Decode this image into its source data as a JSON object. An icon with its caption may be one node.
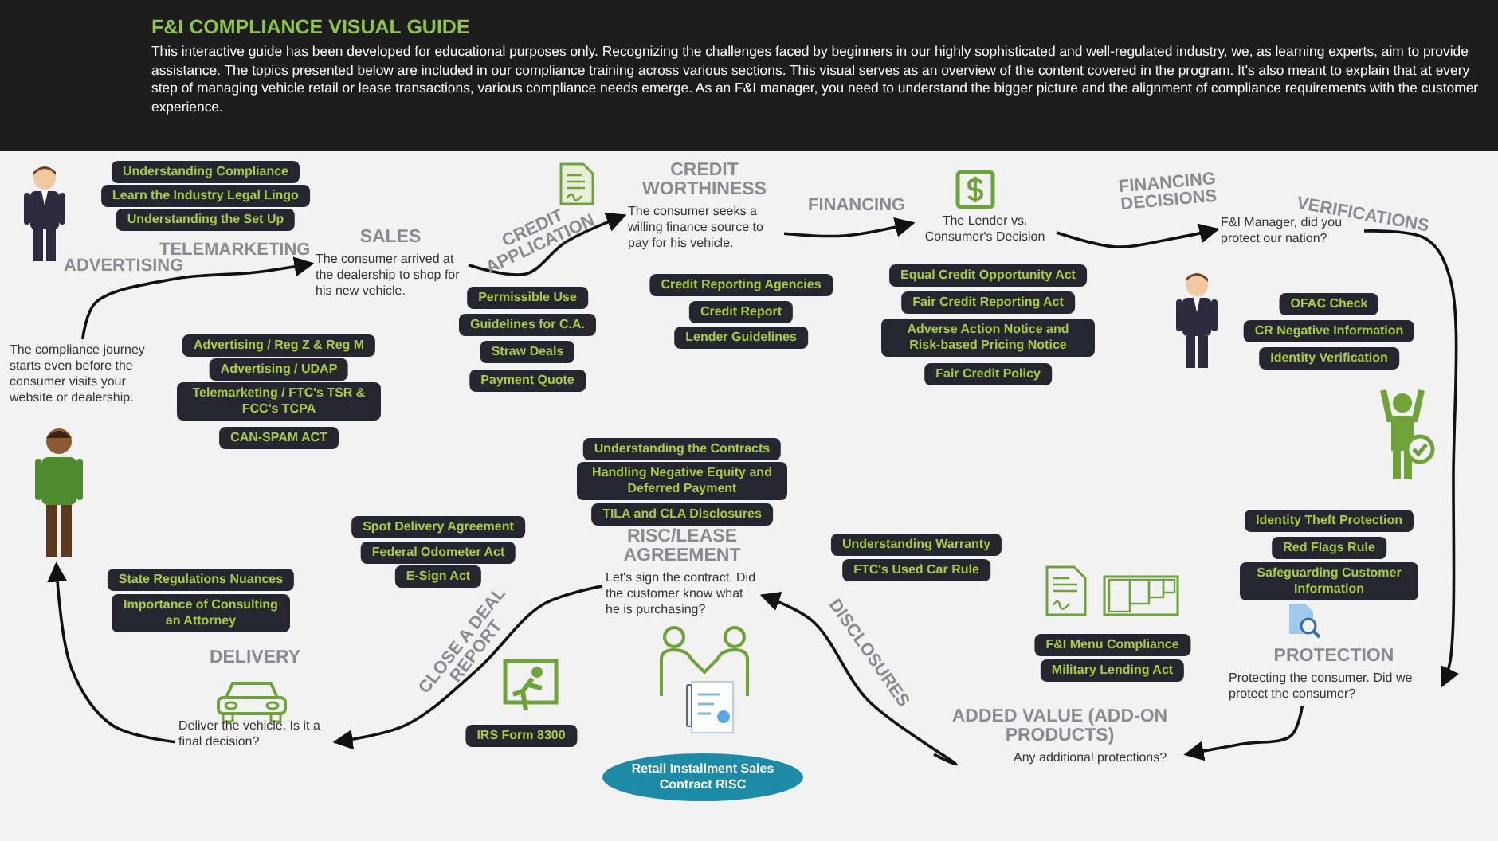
{
  "diagram": {
    "title": "F&I COMPLIANCE VISUAL GUIDE",
    "nodes": [
      {
        "text": [
          "The compliance journey starts even before the consumer visits your website or dealership."
        ]
      },
      {
        "text": [
          "SALES",
          "The consumer arrived at the dealership to shop for his new vehicle."
        ]
      },
      {
        "text": [
          "CREDIT WORTHINESS",
          "The consumer seeks a willing finance source to pay for his vehicle."
        ]
      },
      {
        "text": [
          "The Lender vs. Consumer's Decision"
        ]
      },
      {
        "text": [
          "F&I Manager, did you protect our nation?"
        ]
      },
      {
        "text": [
          "PROTECTION",
          "Protecting the consumer. Did we protect the consumer?"
        ]
      },
      {
        "text": [
          "ADDED VALUE (ADD-ON PRODUCTS)",
          "Any additional protections?"
        ]
      },
      {
        "text": [
          "RISC/LEASE AGREEMENT",
          "Let's sign the contract. Did the customer know what he is purchasing?"
        ]
      },
      {
        "text": [
          "DELIVERY",
          "Deliver the vehicle. Is it a final decision?"
        ]
      },
      {
        "text": [],
        "shape": "person"
      },
      {
        "text": [
          "Retail Installment Sales Contract RISC"
        ]
      },
      {
        "text": [
          "Understanding Compliance"
        ]
      },
      {
        "text": [
          "Learn the Industry Legal Lingo"
        ]
      },
      {
        "text": [
          "Understanding the Set Up"
        ]
      },
      {
        "text": [
          "Advertising / Reg Z & Reg M"
        ]
      },
      {
        "text": [
          "Advertising / UDAP"
        ]
      },
      {
        "text": [
          "Telemarketing / FTC's TSR & FCC's TCPA"
        ]
      },
      {
        "text": [
          "CAN-SPAM ACT"
        ]
      },
      {
        "text": [
          "Permissible Use"
        ]
      },
      {
        "text": [
          "Guidelines for C.A."
        ]
      },
      {
        "text": [
          "Straw Deals"
        ]
      },
      {
        "text": [
          "Payment Quote"
        ]
      },
      {
        "text": [
          "Credit Reporting Agencies"
        ]
      },
      {
        "text": [
          "Credit Report"
        ]
      },
      {
        "text": [
          "Lender Guidelines"
        ]
      },
      {
        "text": [
          "Equal Credit Opportunity Act"
        ]
      },
      {
        "text": [
          "Fair Credit Reporting Act"
        ]
      },
      {
        "text": [
          "Adverse Action Notice and Risk-based Pricing Notice"
        ]
      },
      {
        "text": [
          "Fair Credit Policy"
        ]
      },
      {
        "text": [
          "OFAC Check"
        ]
      },
      {
        "text": [
          "CR Negative Information"
        ]
      },
      {
        "text": [
          "Identity Verification"
        ]
      },
      {
        "text": [
          "Understanding the Contracts"
        ]
      },
      {
        "text": [
          "Handling Negative Equity and Deferred Payment"
        ]
      },
      {
        "text": [
          "TILA and CLA Disclosures"
        ]
      },
      {
        "text": [
          "Spot Delivery Agreement"
        ]
      },
      {
        "text": [
          "Federal Odometer Act"
        ]
      },
      {
        "text": [
          "E-Sign Act"
        ]
      },
      {
        "text": [
          "Understanding Warranty"
        ]
      },
      {
        "text": [
          "FTC's Used Car Rule"
        ]
      },
      {
        "text": [
          "Identity Theft Protection"
        ]
      },
      {
        "text": [
          "Red Flags Rule"
        ]
      },
      {
        "text": [
          "Safeguarding Customer Information"
        ]
      },
      {
        "text": [
          "State Regulations Nuances"
        ]
      },
      {
        "text": [
          "Importance of Consulting an Attorney"
        ]
      },
      {
        "text": [
          "F&I Menu Compliance"
        ]
      },
      {
        "text": [
          "Military Lending Act"
        ]
      },
      {
        "text": [
          "IRS Form 8300"
        ]
      }
    ],
    "edges": [
      {
        "from": 0,
        "to": 1,
        "arrow": "to",
        "label": "TELEMARKETING"
      },
      {
        "from": 1,
        "to": 2,
        "arrow": "to",
        "label": "CREDIT APPLICATION"
      },
      {
        "from": 2,
        "to": 3,
        "arrow": "to",
        "label": "FINANCING"
      },
      {
        "from": 3,
        "to": 4,
        "arrow": "to",
        "label": "FINANCING DECISIONS"
      },
      {
        "from": 4,
        "to": 5,
        "arrow": "to",
        "label": "VERIFICATIONS"
      },
      {
        "from": 5,
        "to": 6,
        "arrow": "to"
      },
      {
        "from": 6,
        "to": 7,
        "arrow": "to",
        "label": "DISCLOSURES"
      },
      {
        "from": 7,
        "to": 8,
        "arrow": "to",
        "label": "CLOSE A DEAL REPORT"
      },
      {
        "from": 8,
        "to": 9,
        "arrow": "to"
      }
    ],
    "labels": [
      "This interactive guide has been developed for educational purposes only. Recognizing the challenges faced by beginners in our highly sophisticated and well-regulated industry, we, as learning experts, aim to provide assistance. The topics presented below are included in our compliance training across various sections. This visual serves as an overview of the content covered in the program. It's also meant to explain that at every step of managing vehicle retail or lease transactions, various compliance needs emerge. As an F&I manager, you need to understand the bigger picture and the alignment of compliance requirements with the customer experience.",
      "ADVERTISING"
    ]
  }
}
